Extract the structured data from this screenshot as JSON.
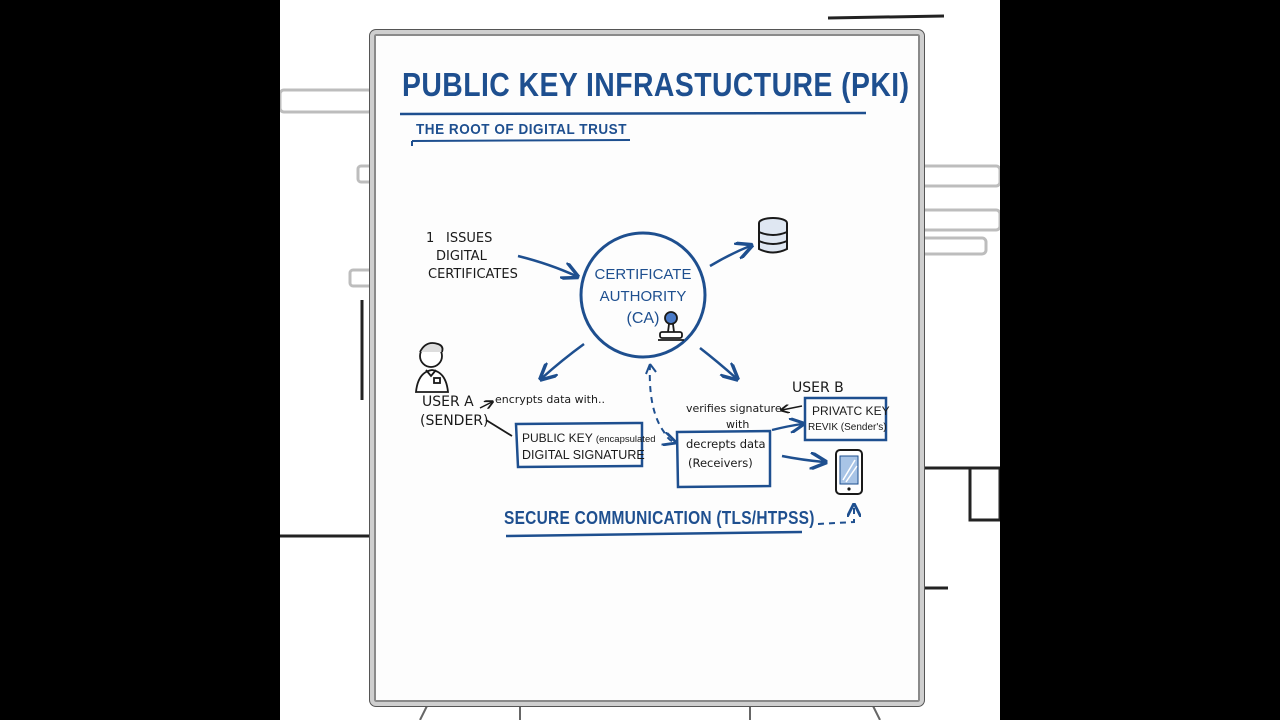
{
  "title": "PUBLIC KEY INFRASTUCTURE (PKI)",
  "subtitle": "THE ROOT OF DIGITAL TRUST",
  "step1": {
    "number": "1",
    "line1": "ISSUES",
    "line2": "DIGITAL",
    "line3": "CERTIFICATES"
  },
  "ca": {
    "line1": "CERTIFICATE",
    "line2": "AUTHORITY",
    "line3": "(CA)"
  },
  "user_a": {
    "name": "USER A",
    "role": "(SENDER)",
    "action": "encrypts data with.."
  },
  "public_key_box": {
    "line1_main": "PUBLIC KEY",
    "line1_note": "(encapsulated",
    "line2": "DIGITAL SIGNATURE"
  },
  "user_b": {
    "name": "USER B",
    "verifies_line1": "verifies signature",
    "verifies_line2": "with"
  },
  "private_key_box": {
    "line1": "PRIVATC KEY",
    "line2": "REVIK (Sender's)"
  },
  "decrypt_box": {
    "line1": "decrepts data",
    "line2": "(Receivers)"
  },
  "secure": "SECURE COMMUNICATION (TLS/HTPSS)",
  "colors": {
    "ink_blue": "#1e4f8f",
    "ink_black": "#1a1a1a",
    "board": "#fdfdfd"
  },
  "icons": [
    "database-icon",
    "stamp-icon",
    "person-icon",
    "smartphone-icon"
  ]
}
